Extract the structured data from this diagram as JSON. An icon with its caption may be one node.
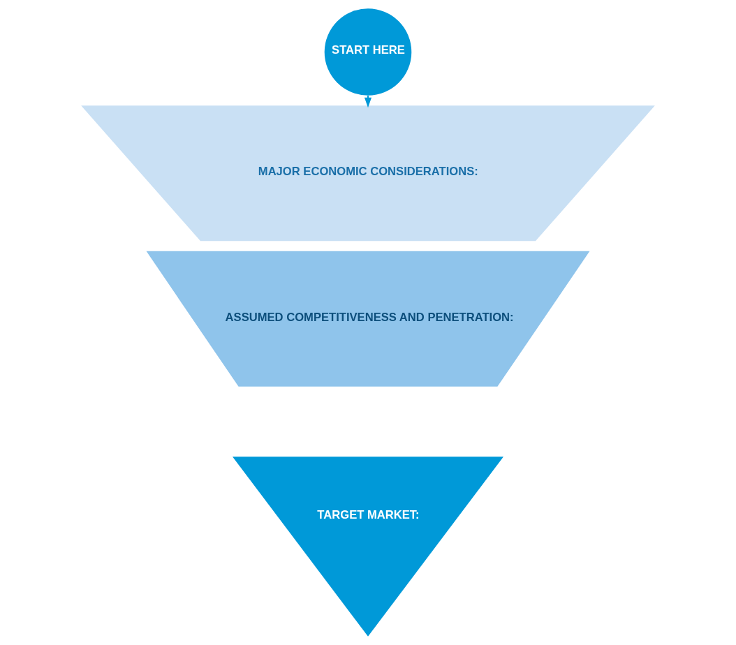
{
  "diagram": {
    "nodes": [
      {
        "text": [
          "START HERE"
        ]
      },
      {
        "text": [
          "MAJOR ECONOMIC CONSIDERATIONS:"
        ]
      },
      {
        "text": [
          "ASSUMED COMPETITIVENESS AND PENETRATION:"
        ]
      },
      {
        "text": [
          "TARGET MARKET:"
        ]
      }
    ],
    "edges": [
      {
        "from": 0,
        "to": 1,
        "arrow": "to"
      }
    ]
  }
}
